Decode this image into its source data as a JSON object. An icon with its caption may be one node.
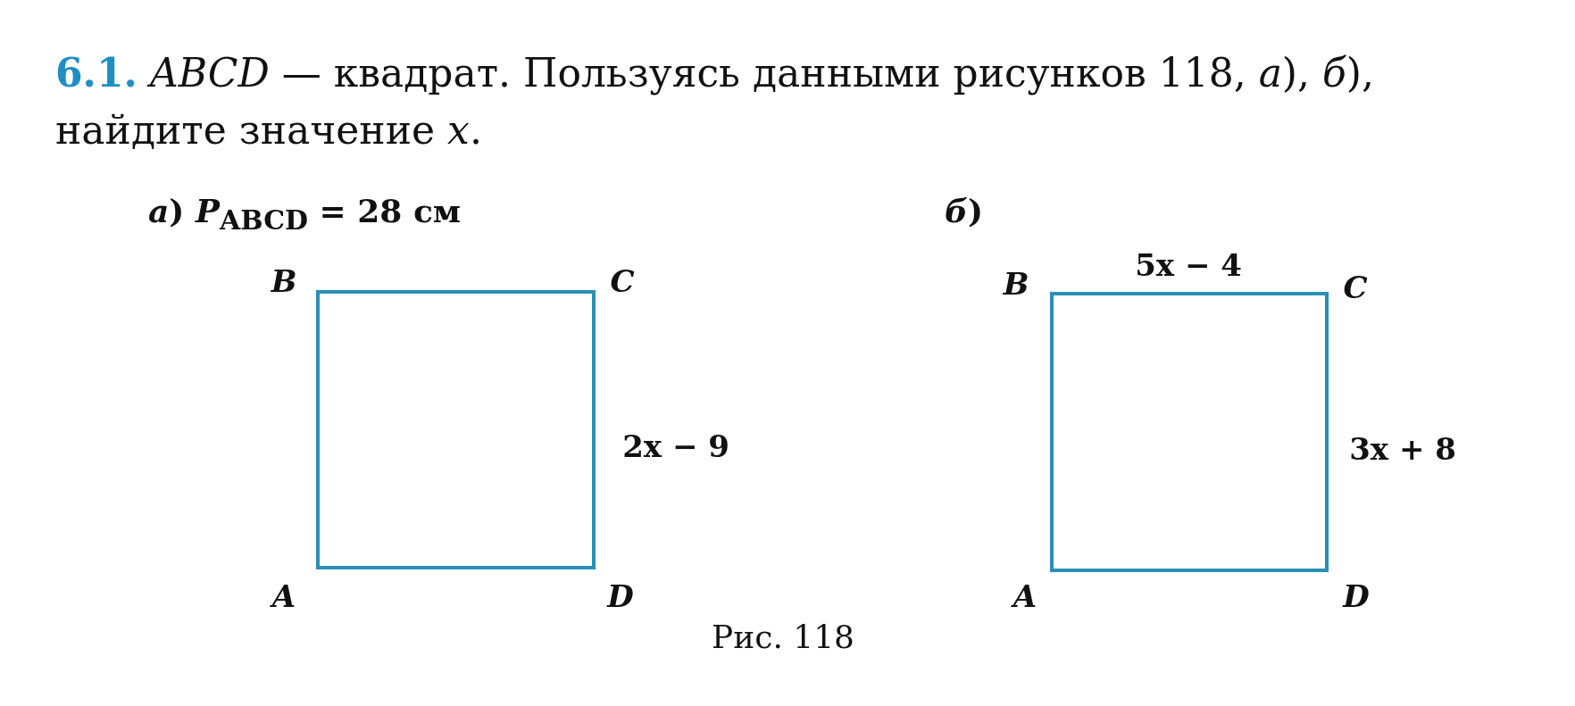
{
  "diagram": {
    "title": "**6.1.** *ABCD* — квадрат. Пользуясь данными рисунков 118, *а*), *б*), найдите значение *x*.",
    "caption": "Рис. 118",
    "nodes": [
      {
        "text": [],
        "shape": "box",
        "beside": [
          "*B*",
          "*C*",
          "*A*",
          "*D*",
          "2x − 9"
        ]
      },
      {
        "text": [],
        "shape": "box",
        "beside": [
          "*B*",
          "*C*",
          "*A*",
          "*D*",
          "5x − 4",
          "3x + 8"
        ]
      }
    ],
    "labels": [
      "*а*) *P*$_{ABCD}$ = 28 см",
      "*б*)"
    ]
  }
}
